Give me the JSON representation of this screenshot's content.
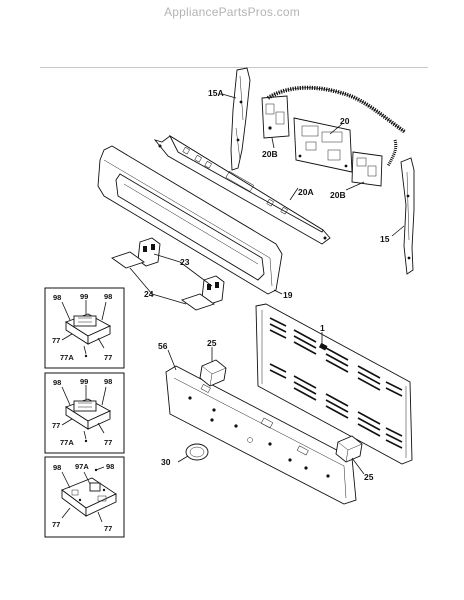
{
  "site": {
    "watermark": "AppliancePartsPros.com"
  },
  "labels": {
    "l15A": "15A",
    "l20": "20",
    "l20B_left": "20B",
    "l20B_right": "20B",
    "l20A": "20A",
    "l15": "15",
    "l23": "23",
    "l24": "24",
    "l19": "19",
    "l1": "1",
    "l56": "56",
    "l25_top": "25",
    "l25_bottom": "25",
    "l30": "30"
  },
  "inset1": {
    "l98a": "98",
    "l99": "99",
    "l98b": "98",
    "l77a": "77",
    "l77A": "77A",
    "l77b": "77"
  },
  "inset2": {
    "l98a": "98",
    "l99": "99",
    "l98b": "98",
    "l77a": "77",
    "l77A": "77A",
    "l77b": "77"
  },
  "inset3": {
    "l98a": "98",
    "l97A": "97A",
    "l98b": "98",
    "l77a": "77",
    "l77b": "77"
  }
}
